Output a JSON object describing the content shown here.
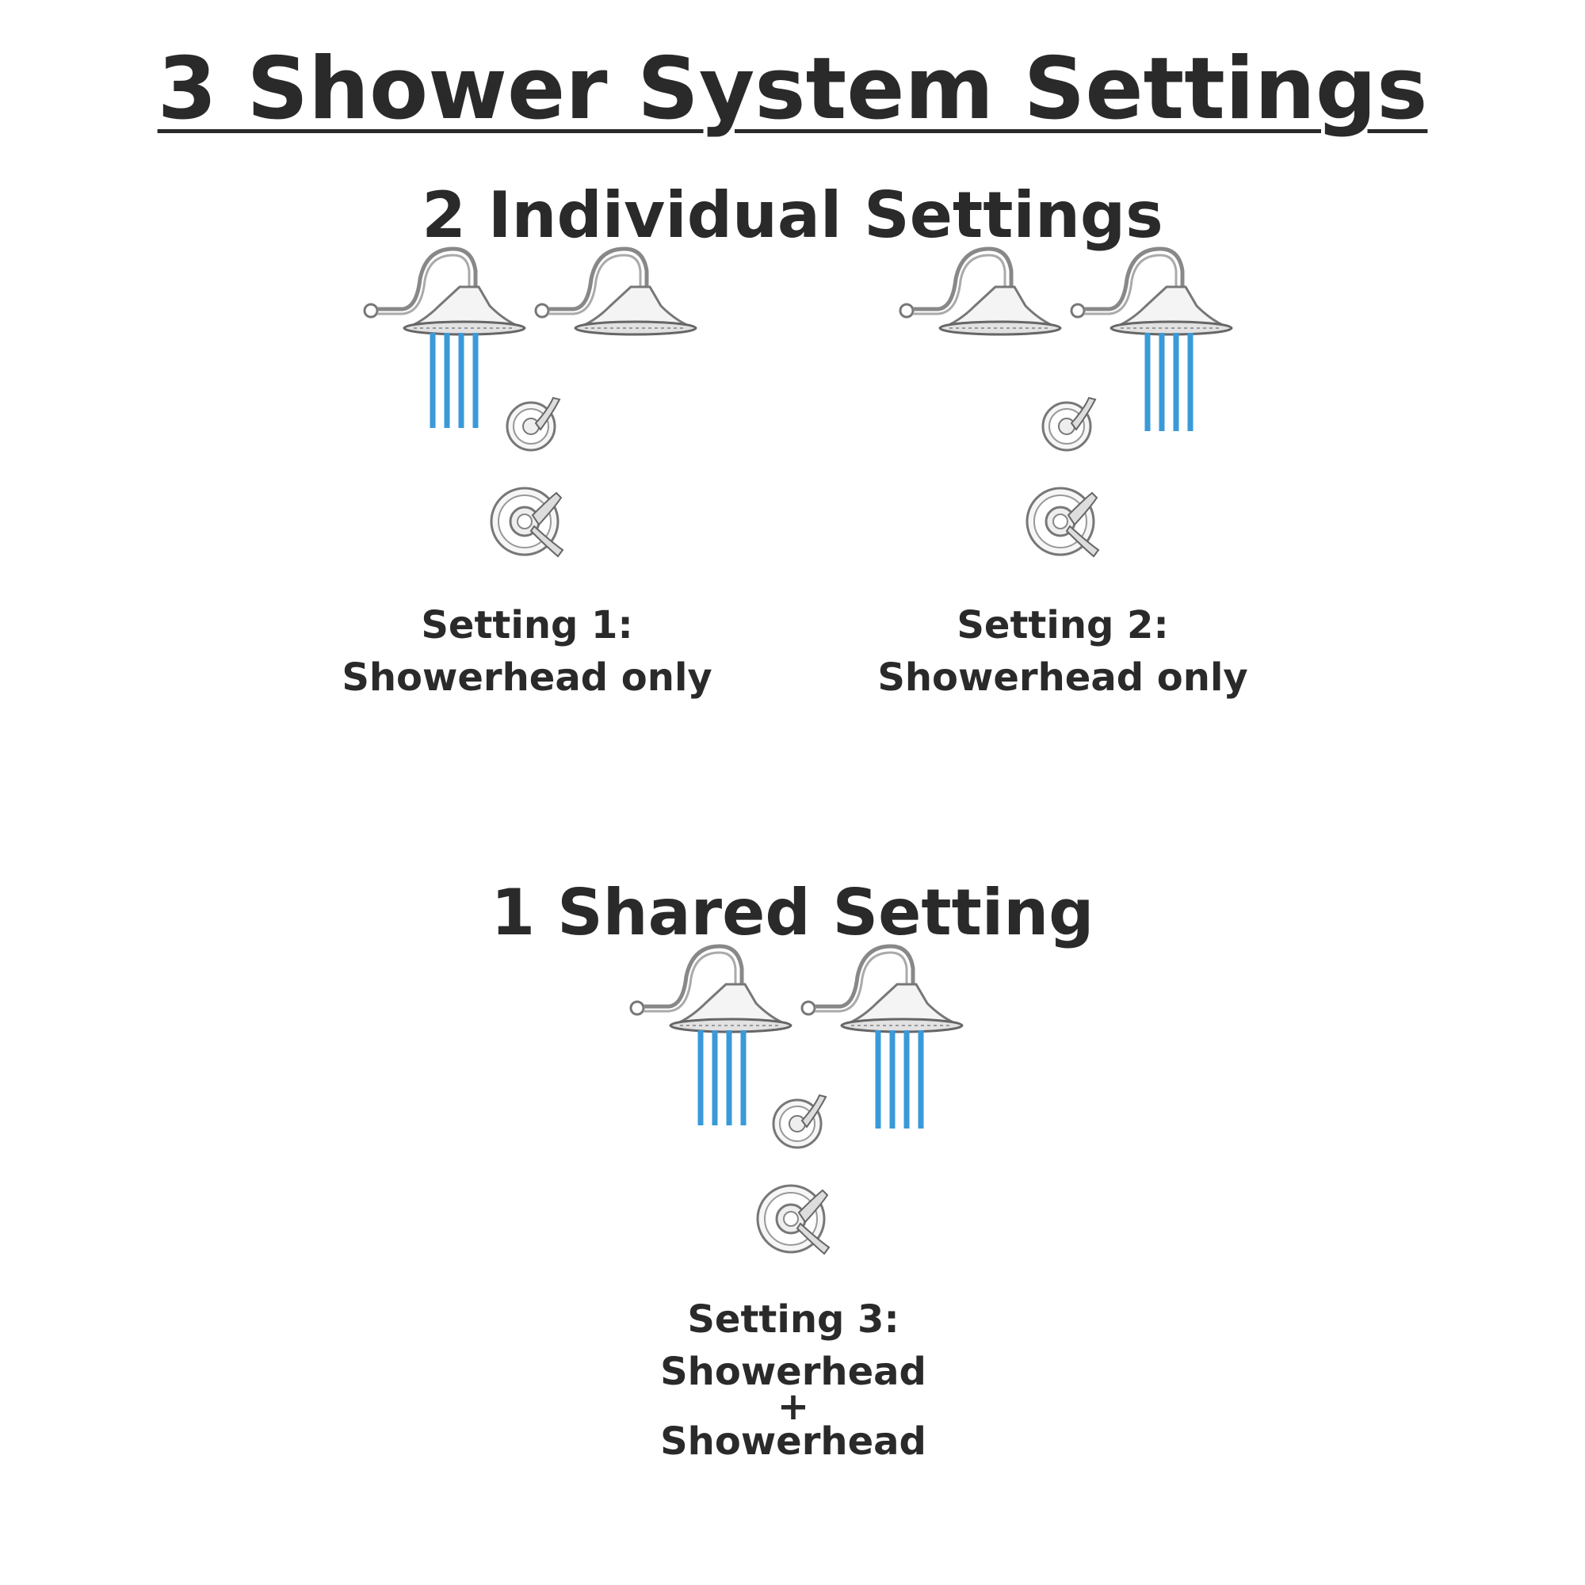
{
  "title": "3 Shower System Settings",
  "sections": {
    "individual": "2 Individual Settings",
    "shared": "1 Shared Setting"
  },
  "settings": [
    {
      "label": "Setting 1:",
      "desc": "Showerhead only",
      "active_heads": [
        true,
        false
      ]
    },
    {
      "label": "Setting 2:",
      "desc": "Showerhead only",
      "active_heads": [
        false,
        true
      ]
    },
    {
      "label": "Setting 3:",
      "desc_lines": [
        "Showerhead",
        "+",
        "Showerhead"
      ],
      "active_heads": [
        true,
        true
      ]
    }
  ],
  "colors": {
    "text": "#2a2a2a",
    "water": "#3a9ad9",
    "metal": "#8a8a8a"
  },
  "icons": [
    "showerhead-icon",
    "diverter-valve-icon",
    "thermostatic-valve-icon"
  ]
}
